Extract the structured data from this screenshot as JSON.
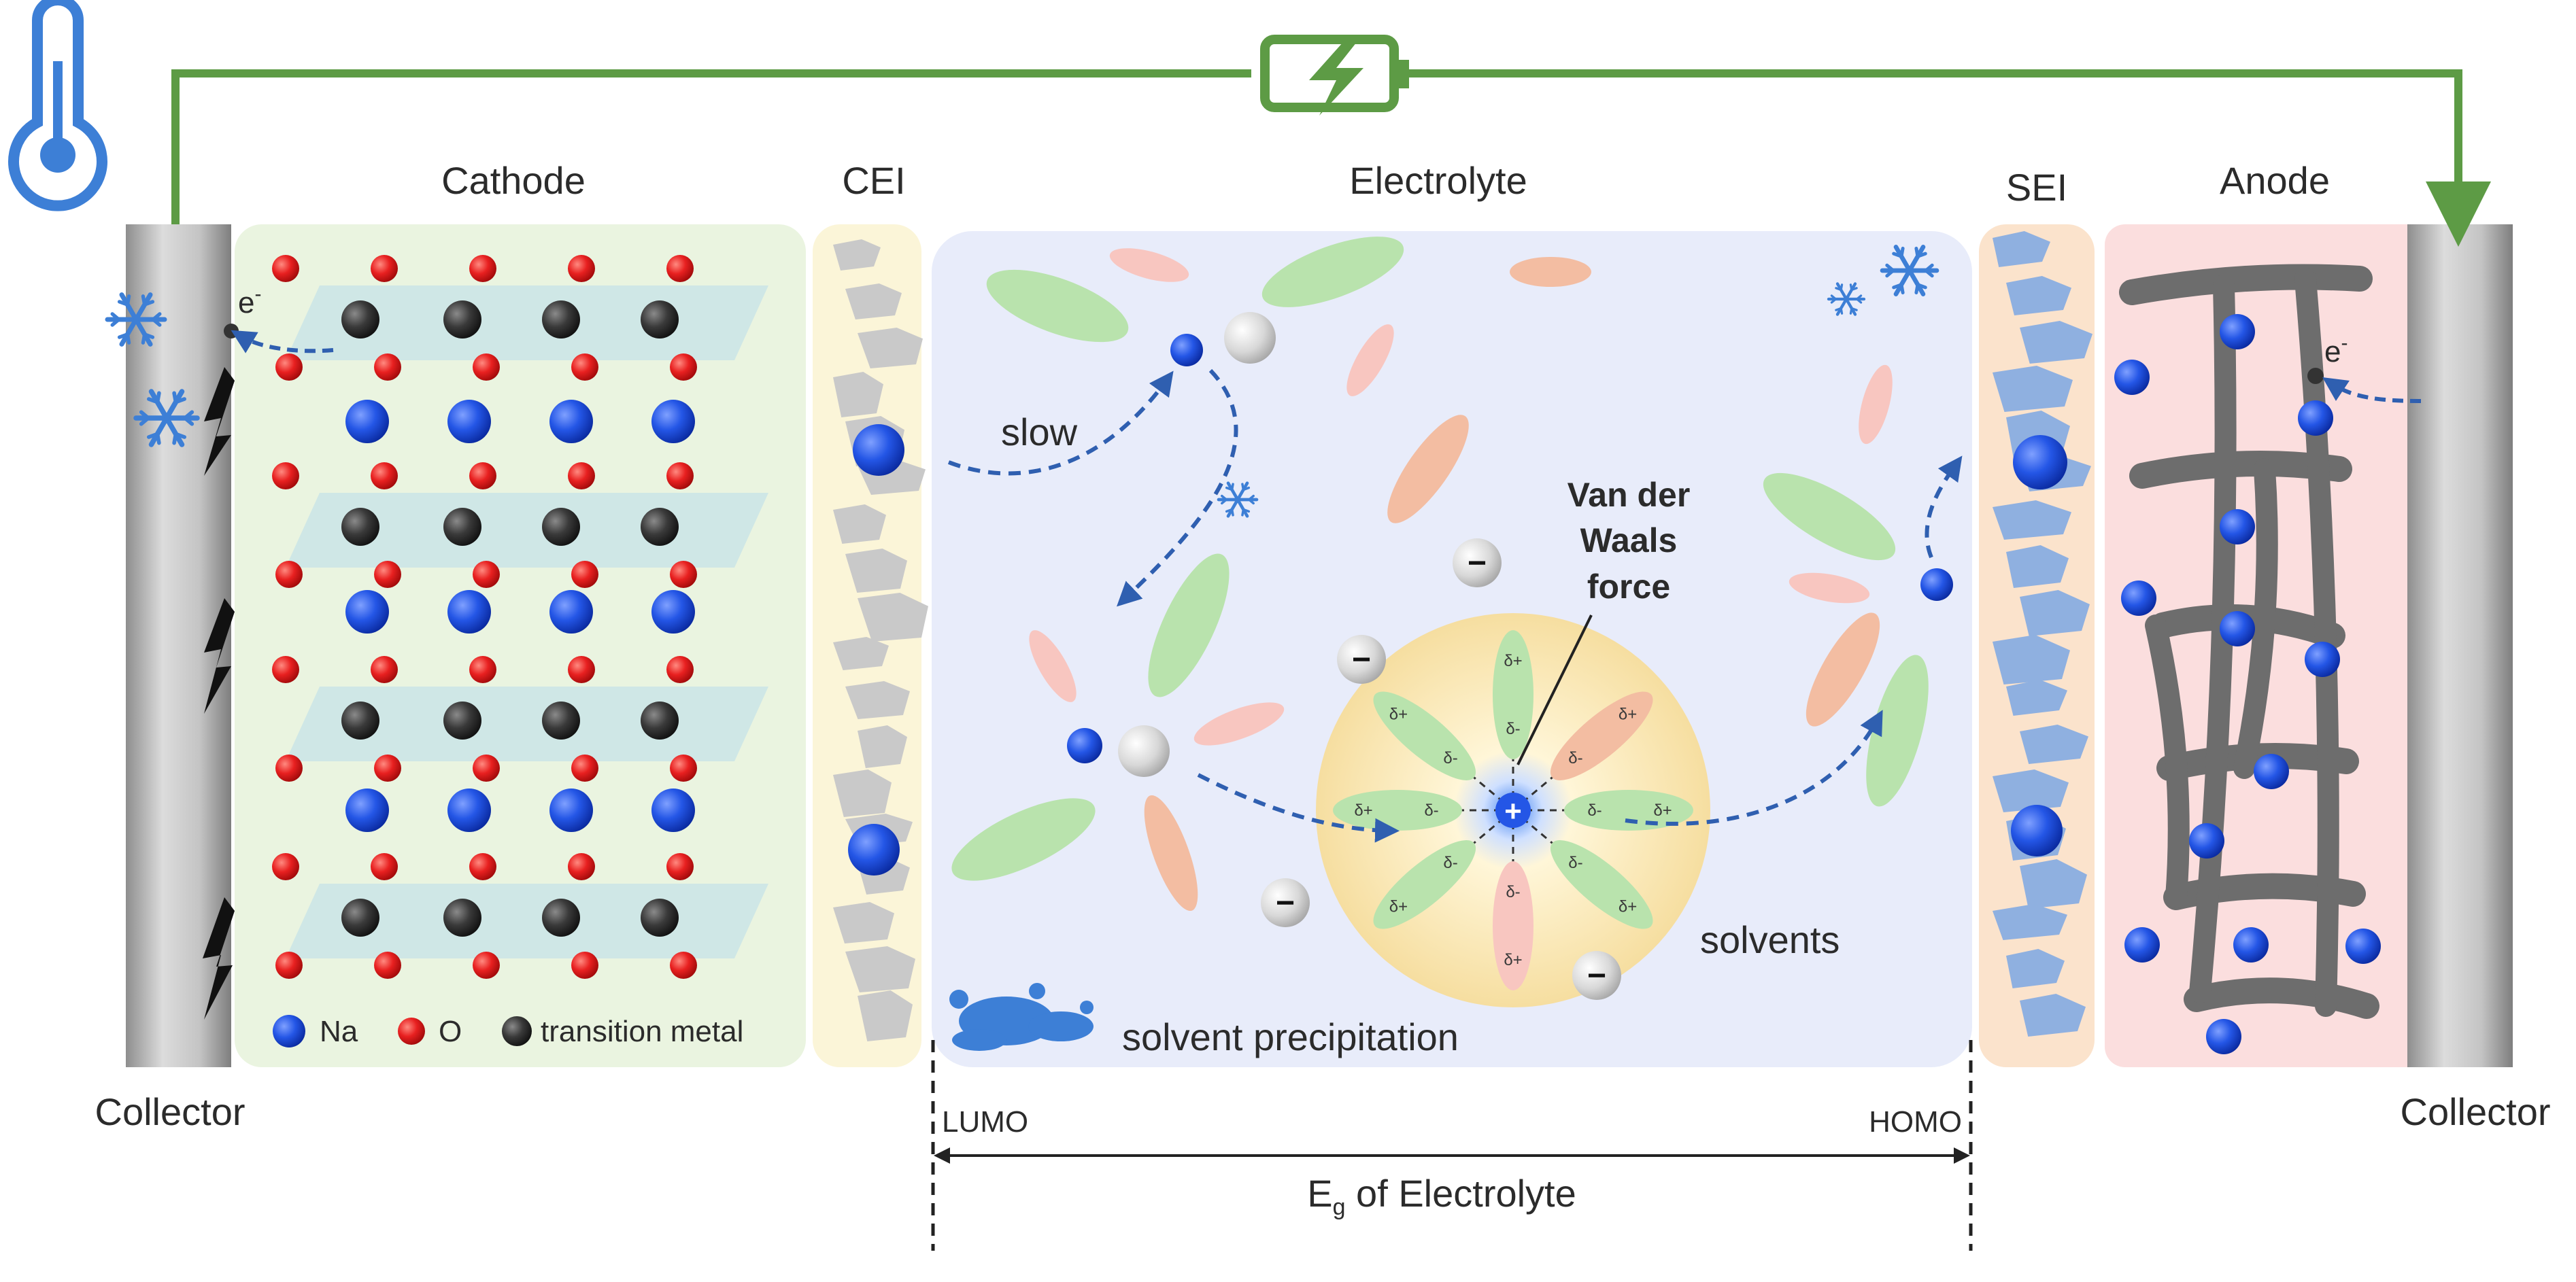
{
  "labels": {
    "cathode": "Cathode",
    "cei": "CEI",
    "electrolyte": "Electrolyte",
    "sei": "SEI",
    "anode": "Anode",
    "collector_left": "Collector",
    "collector_right": "Collector",
    "slow": "slow",
    "van_der_waals_line1": "Van der",
    "van_der_waals_line2": "Waals",
    "van_der_waals_line3": "force",
    "solvents": "solvents",
    "solvent_precipitation": "solvent precipitation",
    "lumo": "LUMO",
    "homo": "HOMO",
    "eg_E": "E",
    "eg_sub": "g",
    "eg_rest": " of Electrolyte",
    "electron": "e",
    "electron_sup": "-"
  },
  "legend": {
    "na": "Na",
    "o": "O",
    "tm": "transition metal"
  },
  "charges": {
    "plus": "+",
    "minus": "−",
    "delta_plus": "δ+",
    "delta_minus": "δ-"
  },
  "colors": {
    "na_ion": "#1f4fe0",
    "oxygen": "#e0201e",
    "transition_metal": "#3a3a3a",
    "wire_green": "#5d9b45",
    "cathode_bg": "#eaf4e0",
    "cei_bg": "#fbf5d8",
    "electrolyte_bg": "#e8ecfa",
    "sei_bg": "#fbe3cc",
    "anode_bg": "#fbdede",
    "thermometer": "#3d7fd6"
  },
  "icons": [
    "thermometer-icon",
    "battery-charge-icon",
    "snowflake-icon",
    "lightning-dendrite-icon",
    "splash-icon"
  ]
}
